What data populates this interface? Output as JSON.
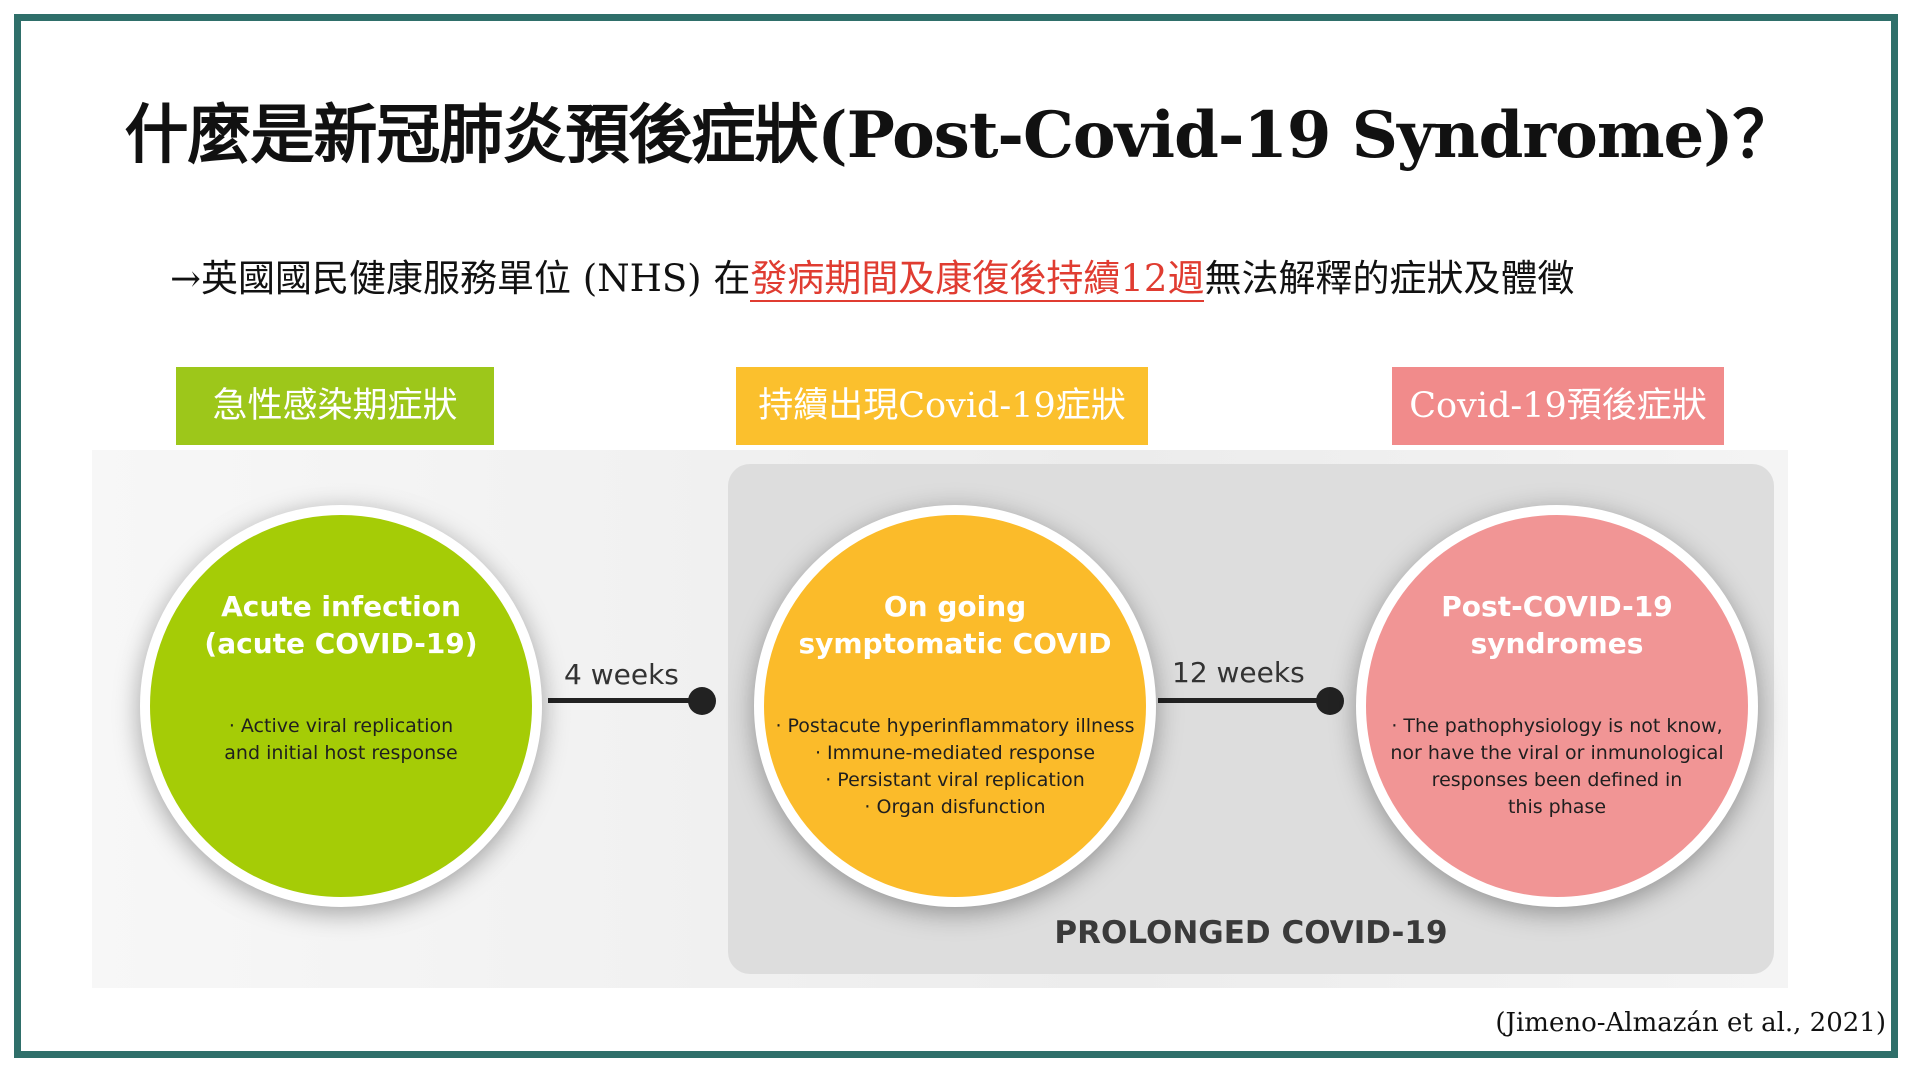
{
  "title": "什麼是新冠肺炎預後症狀(Post-Covid-19 Syndrome)？",
  "subtitle": {
    "prefix": "→英國國民健康服務單位 (NHS) 在",
    "highlight": "發病期間及康復後持續12週",
    "suffix": "無法解釋的症狀及體徵"
  },
  "tags": {
    "green": "急性感染期症狀",
    "yellow": "持續出現Covid-19症狀",
    "pink": "Covid-19預後症狀"
  },
  "colors": {
    "frame": "#2f6f6a",
    "highlight": "#e03c31",
    "green": "#a5cc06",
    "yellow": "#fbbb2a",
    "pink": "#f19595"
  },
  "phases": {
    "acute": {
      "heading_1": "Acute infection",
      "heading_2": "(acute COVID-19)",
      "line_1": "· Active viral replication",
      "line_2": "and initial host response"
    },
    "ongoing": {
      "heading_1": "On going",
      "heading_2": "symptomatic COVID",
      "line_1": "· Postacute hyperinflammatory illness",
      "line_2": "· Immune-mediated response",
      "line_3": "· Persistant viral replication",
      "line_4": "· Organ disfunction"
    },
    "post": {
      "heading_1": "Post-COVID-19",
      "heading_2": "syndromes",
      "line_1": "· The pathophysiology is not know,",
      "line_2": "nor have the viral or inmunological",
      "line_3": "responses been defined in",
      "line_4": "this phase"
    }
  },
  "connectors": {
    "first": "4 weeks",
    "second": "12 weeks"
  },
  "prolonged_label": "PROLONGED COVID-19",
  "citation": "(Jimeno-Almazán et al., 2021)"
}
